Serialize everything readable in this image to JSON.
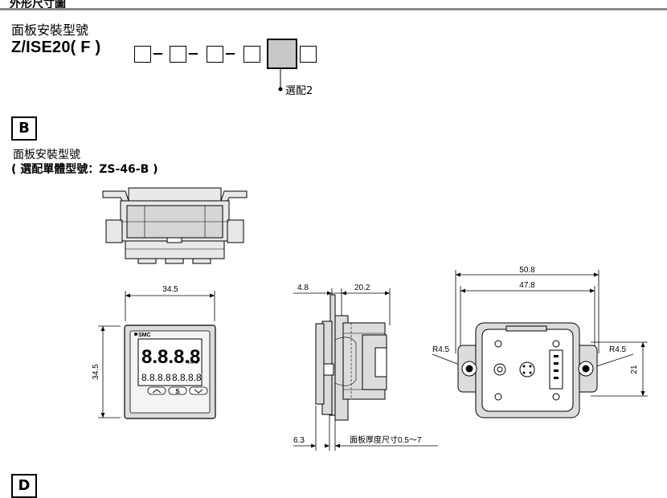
{
  "header": {
    "section_title": "外形尺寸圖"
  },
  "panel_mount": {
    "title": "面板安裝型號",
    "model_prefix": "Z/ISE20( F )",
    "option_label": "選配2"
  },
  "section_b": {
    "badge": "B",
    "title": "面板安裝型號",
    "subtitle": "( 選配單體型號：ZS-46-B )"
  },
  "front_view": {
    "width_dim": "34.5",
    "height_dim": "34.5",
    "display_digits": "8.8.8.8",
    "unit": "MPa",
    "sub_left": "8.8.8.8",
    "sub_right": "8.8.8.8",
    "brand": "SMC"
  },
  "side_view": {
    "dim_left": "4.8",
    "dim_right": "20.2",
    "dim_bottom": "6.3",
    "panel_note": "面板厚度尺寸0.5～7"
  },
  "back_view": {
    "dim_outer": "50.8",
    "dim_inner": "47.8",
    "radius_left": "R4.5",
    "radius_right": "R4.5",
    "dim_height": "21"
  },
  "section_d": {
    "badge": "D"
  }
}
